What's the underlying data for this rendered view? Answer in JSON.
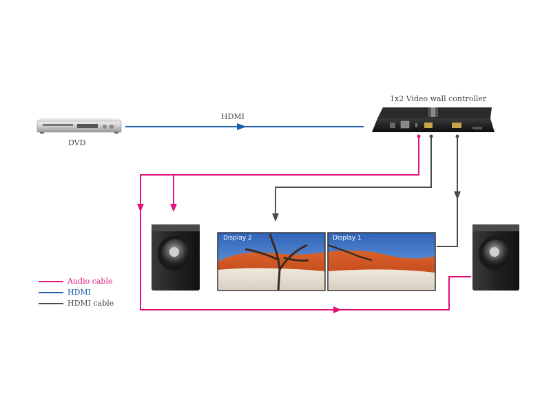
{
  "devices": {
    "controller_label": "1x2 Video wall controller",
    "dvd_label": "DVD",
    "display_left_label": "Display 2",
    "display_right_label": "Display 1"
  },
  "connections": {
    "hdmi_label": "HDMI"
  },
  "legend": {
    "items": [
      {
        "label": "Audio cable",
        "color": "#e0117a"
      },
      {
        "label": "HDMI",
        "color": "#1a5ea8"
      },
      {
        "label": "HDMI cable",
        "color": "#4a4a4a"
      }
    ]
  },
  "colors": {
    "audio": "#e0117a",
    "hdmi": "#1a5ea8",
    "hdmi_cable": "#4a4a4a"
  }
}
